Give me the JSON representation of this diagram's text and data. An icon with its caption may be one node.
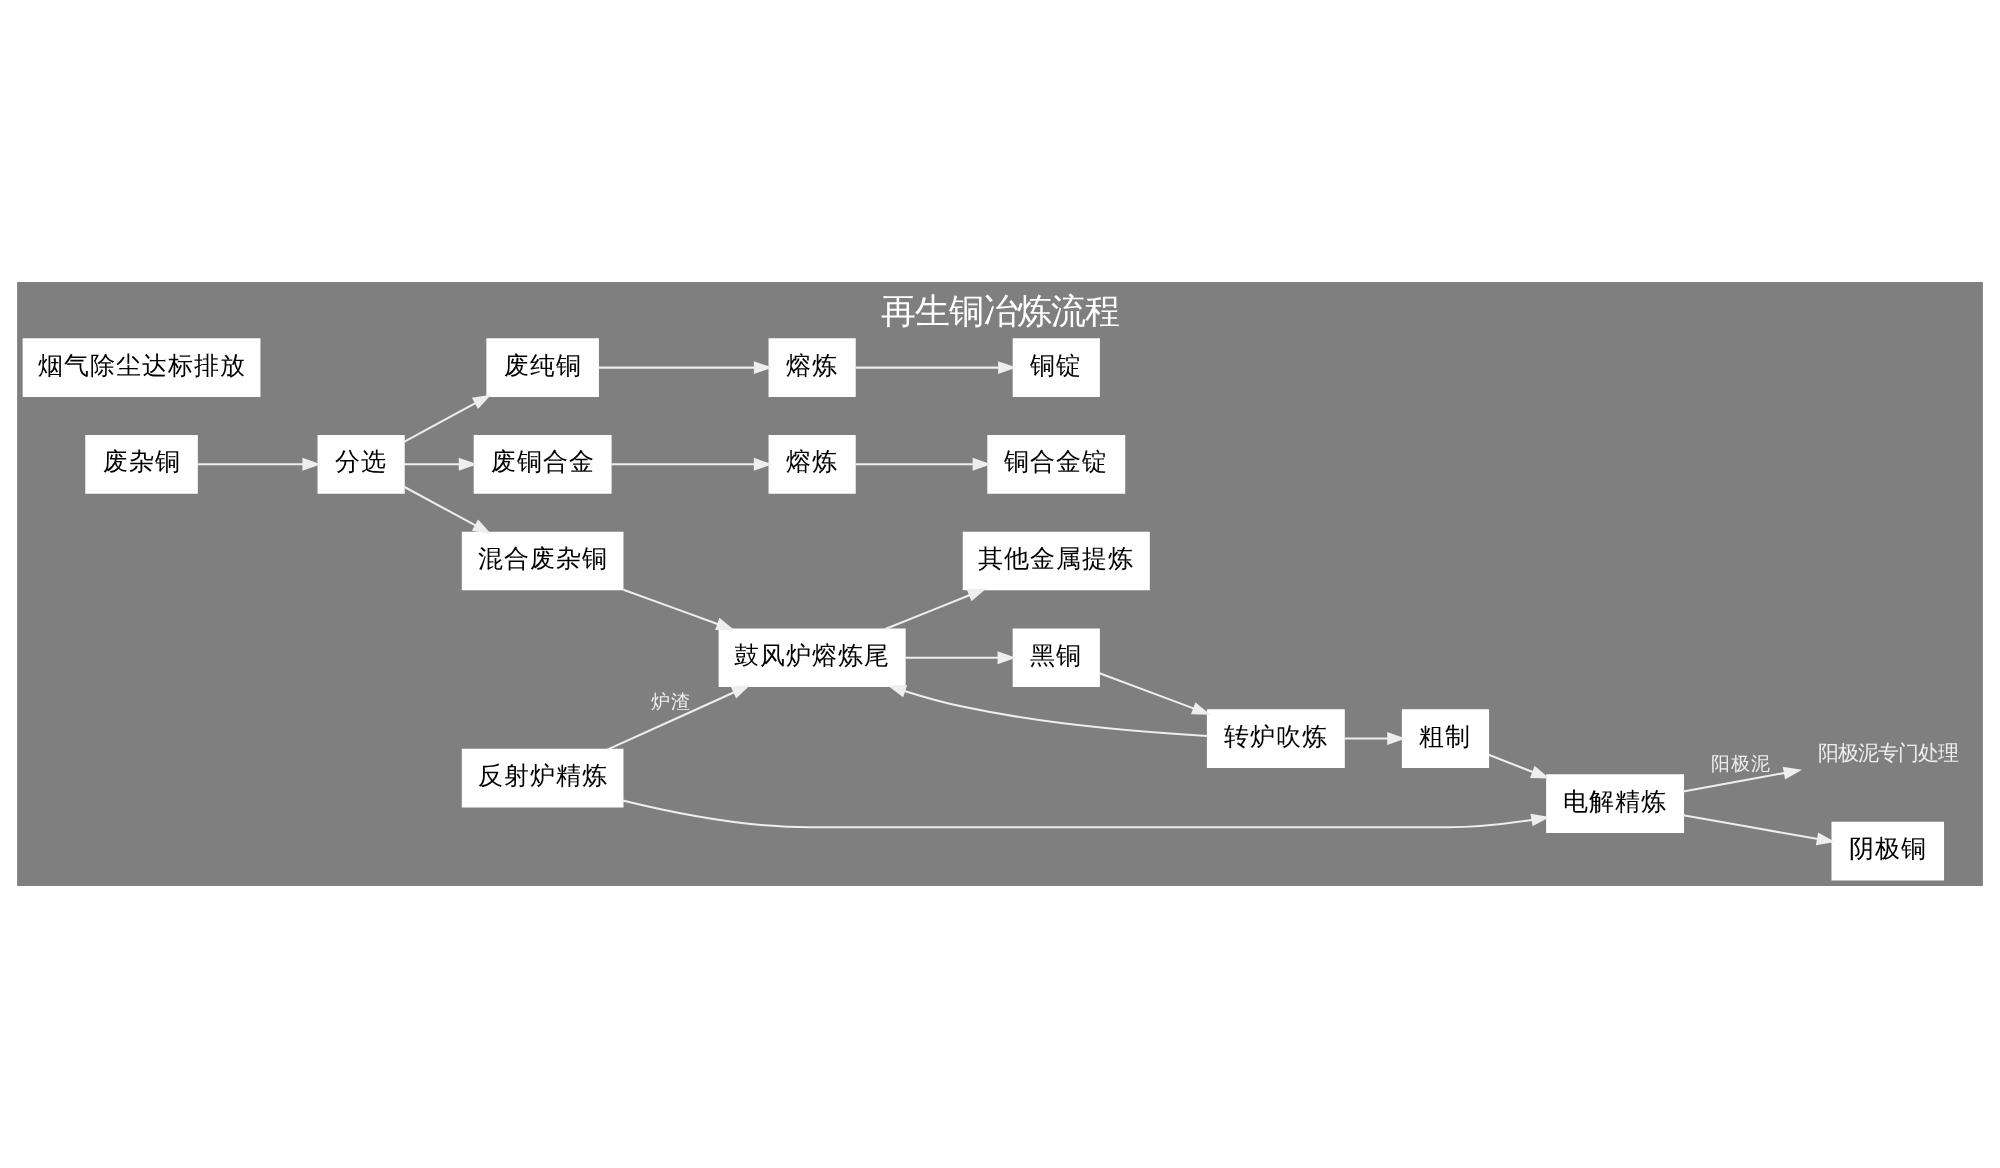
{
  "diagram": {
    "title": "再生铜冶炼流程",
    "nodes": [
      {
        "text": [
          "废杂铜"
        ]
      },
      {
        "text": [
          "分选"
        ]
      },
      {
        "text": [
          "废纯铜"
        ]
      },
      {
        "text": [
          "熔炼"
        ]
      },
      {
        "text": [
          "铜锭"
        ]
      },
      {
        "text": [
          "废铜合金"
        ]
      },
      {
        "text": [
          "熔炼"
        ]
      },
      {
        "text": [
          "铜合金锭"
        ]
      },
      {
        "text": [
          "混合废杂铜"
        ]
      },
      {
        "text": [
          "鼓风炉熔炼尾"
        ]
      },
      {
        "text": [
          "其他金属提炼"
        ]
      },
      {
        "text": [
          "黑铜"
        ]
      },
      {
        "text": [
          "烟气除尘达标排放"
        ]
      },
      {
        "text": [
          "反射炉精炼"
        ]
      },
      {
        "text": [
          "转炉吹炼"
        ]
      },
      {
        "text": [
          "阳极泥专门处理"
        ]
      },
      {
        "text": [
          "电解精炼"
        ]
      },
      {
        "text": [
          "阴极铜"
        ]
      },
      {
        "text": [
          "粗制"
        ]
      }
    ],
    "edges": [
      {
        "from": 0,
        "to": 1,
        "arrow": "to"
      },
      {
        "from": 1,
        "to": 2,
        "arrow": "to"
      },
      {
        "from": 1,
        "to": 5,
        "arrow": "to"
      },
      {
        "from": 1,
        "to": 8,
        "arrow": "to"
      },
      {
        "from": 2,
        "to": 3,
        "arrow": "to"
      },
      {
        "from": 3,
        "to": 4,
        "arrow": "to"
      },
      {
        "from": 5,
        "to": 6,
        "arrow": "to"
      },
      {
        "from": 6,
        "to": 7,
        "arrow": "to"
      },
      {
        "from": 8,
        "to": 9,
        "arrow": "to"
      },
      {
        "from": 9,
        "to": 10,
        "arrow": "to"
      },
      {
        "from": 9,
        "to": 11,
        "arrow": "to"
      },
      {
        "from": 13,
        "to": 9,
        "arrow": "to",
        "label": "炉渣"
      },
      {
        "from": 14,
        "to": 9,
        "arrow": "to"
      },
      {
        "from": 11,
        "to": 14,
        "arrow": "to"
      },
      {
        "from": 14,
        "to": 18,
        "arrow": "to"
      },
      {
        "from": 18,
        "to": 16,
        "arrow": "to"
      },
      {
        "from": 13,
        "to": 16,
        "arrow": "to"
      },
      {
        "from": 16,
        "to": 17,
        "arrow": "to"
      },
      {
        "from": 16,
        "to": 15,
        "arrow": "to",
        "label": "阳极泥"
      }
    ]
  }
}
